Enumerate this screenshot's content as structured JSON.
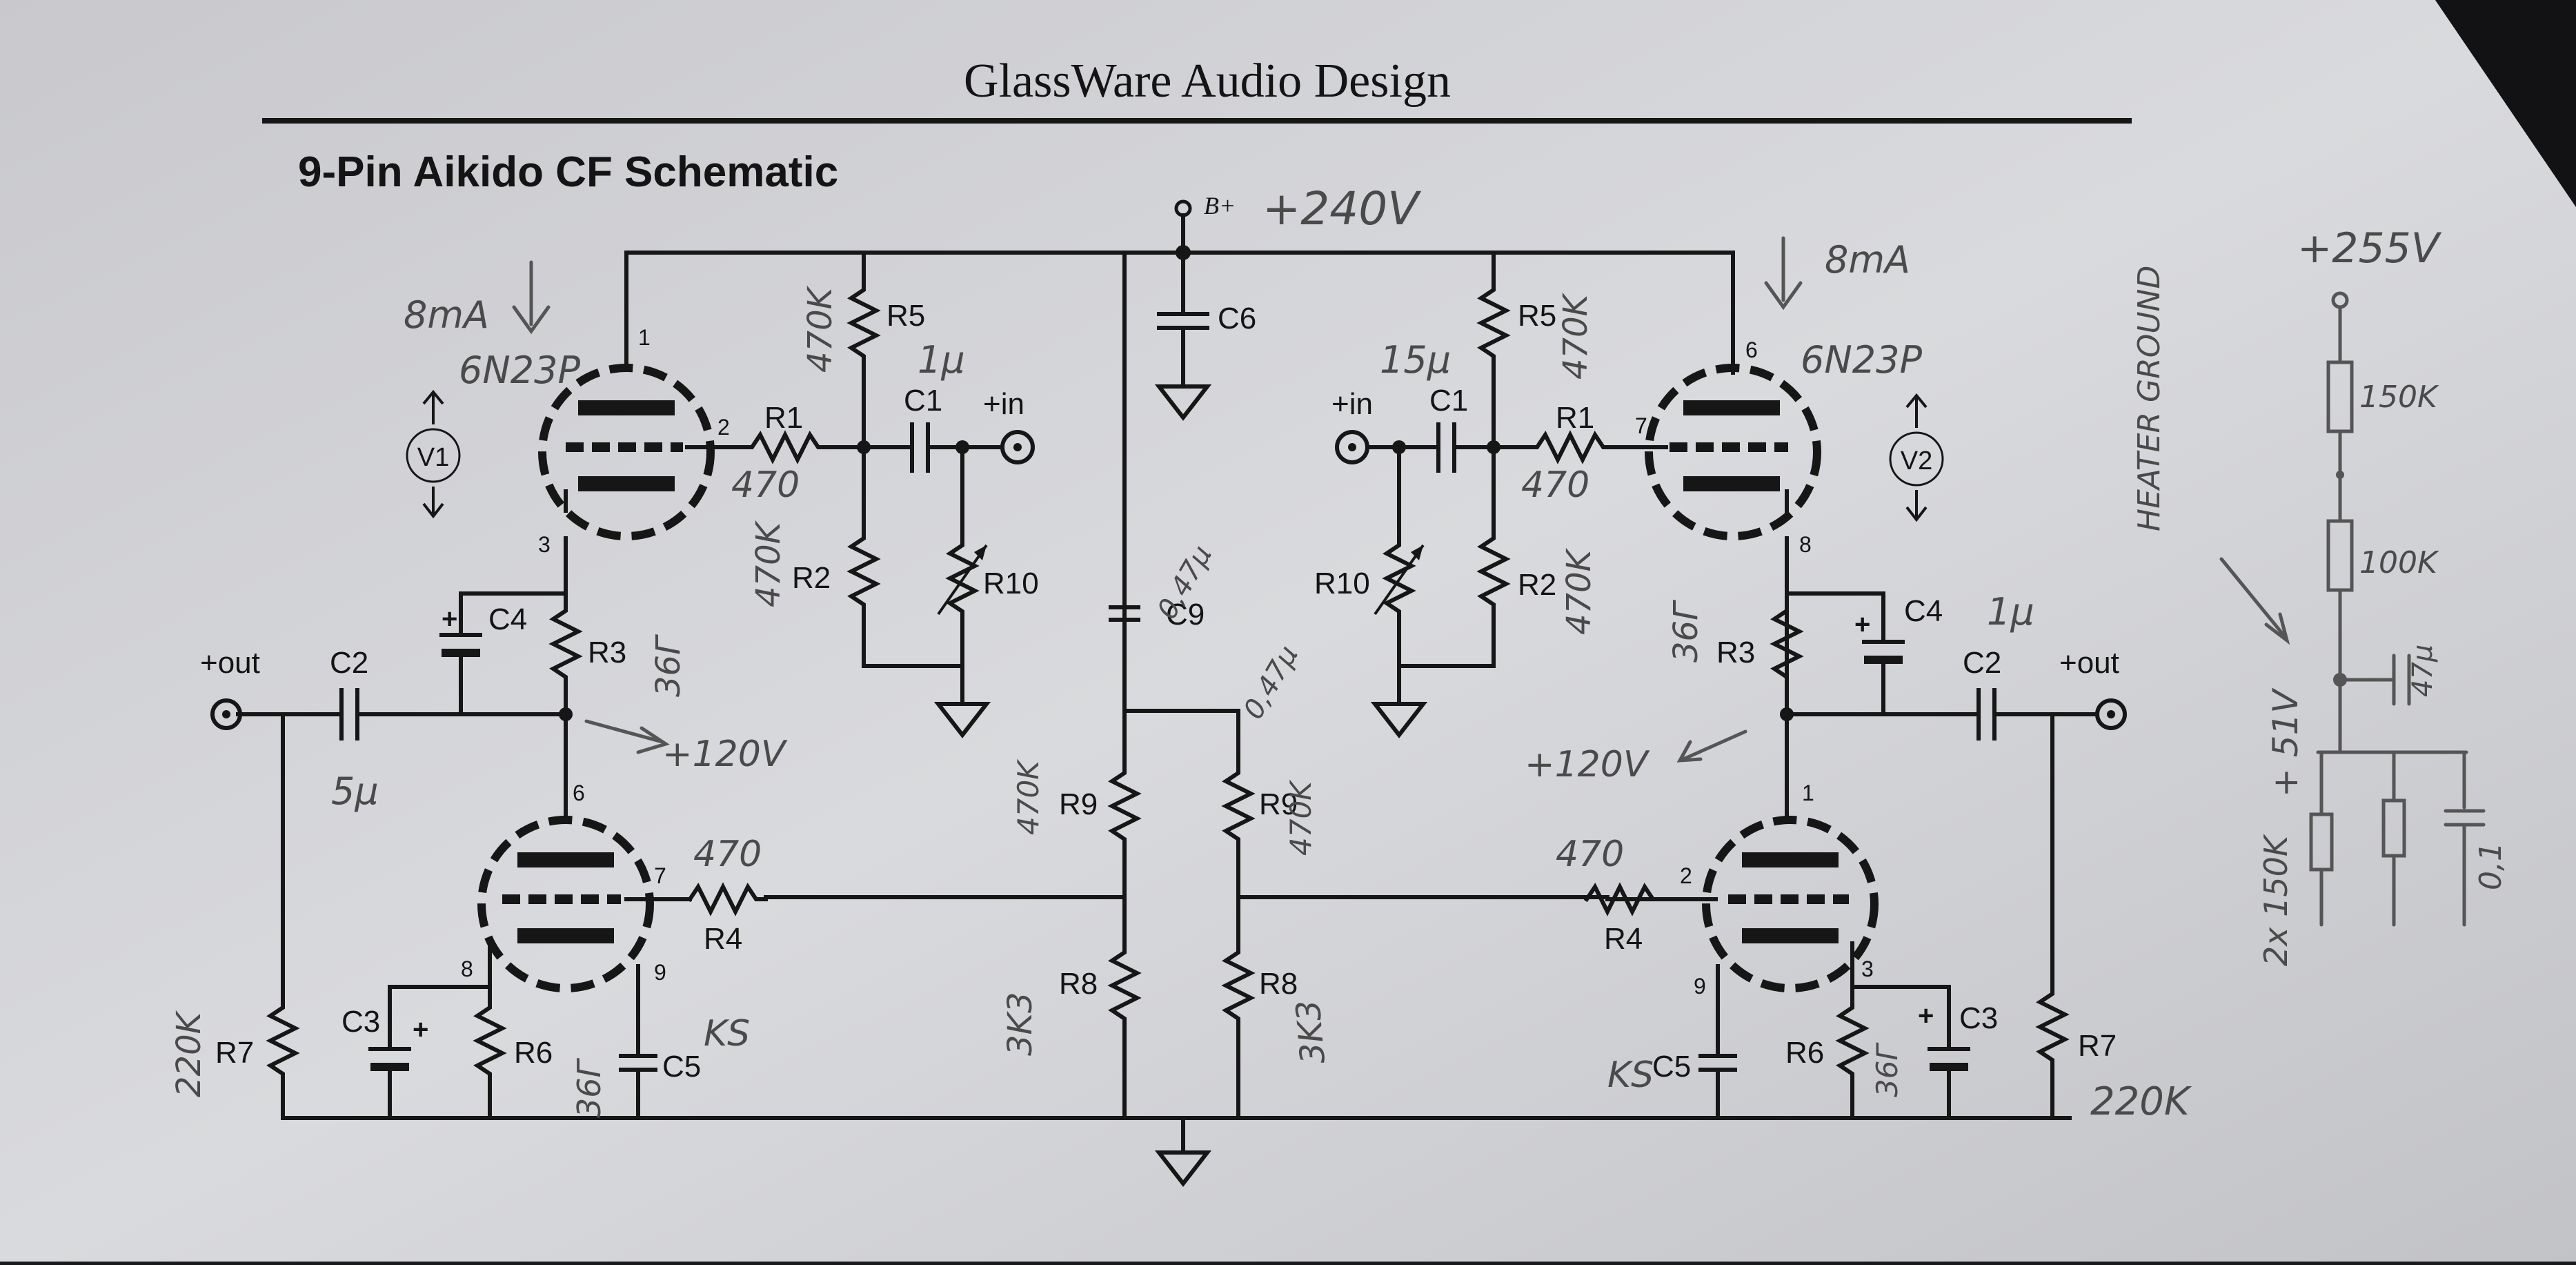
{
  "header": "GlassWare Audio Design",
  "title": "9-Pin Aikido CF  Schematic",
  "supply": {
    "label": "B+",
    "handwritten": "+240V"
  },
  "tubes": {
    "v1": {
      "label": "V1",
      "pin_top": "1",
      "pin_grid": "2",
      "pin_cathode": "3"
    },
    "v2": {
      "label": "V2",
      "pin_top": "6",
      "pin_grid": "7",
      "pin_cathode": "8"
    },
    "v1_lower": {
      "pin_top": "6",
      "pin_grid": "7",
      "pin_cathode": "8",
      "pin_heater": "9"
    },
    "v2_lower": {
      "pin_top": "1",
      "pin_grid": "2",
      "pin_cathode": "3",
      "pin_heater": "9"
    }
  },
  "components": {
    "r1": "R1",
    "r2": "R2",
    "r3": "R3",
    "r4": "R4",
    "r5": "R5",
    "r6": "R6",
    "r7": "R7",
    "r8": "R8",
    "r9": "R9",
    "r10": "R10",
    "c1": "C1",
    "c2": "C2",
    "c3": "C3",
    "c4": "C4",
    "c5": "C5",
    "c6": "C6",
    "c9": "C9"
  },
  "ports": {
    "in": "+in",
    "out": "+out"
  },
  "polarity": "+",
  "handwritten": {
    "current": "8mA",
    "tube": "6N23P",
    "r1_value": "470",
    "r5_value": "470K",
    "c1_left": "1μ",
    "c1_right": "15μ",
    "r2_value": "470K",
    "r3_value": "36Г",
    "node_v": "+120V",
    "c2_value": "5μ",
    "r4_value": "470",
    "r7_value": "220K",
    "r6_value": "36Г",
    "c5_value": "KS",
    "c4_value": "1μ",
    "c9_value": "0,47μ",
    "r9_value": "470K",
    "r8_value": "3K3",
    "heater_supply": "+255V",
    "heater_r1": "150K",
    "heater_r2": "100K",
    "heater_c": "47μ",
    "heater_note": "HEATER GROUND",
    "heater_out": "+ 51V",
    "heater_bottom": "2x 150K",
    "heater_c2": "0,1"
  }
}
